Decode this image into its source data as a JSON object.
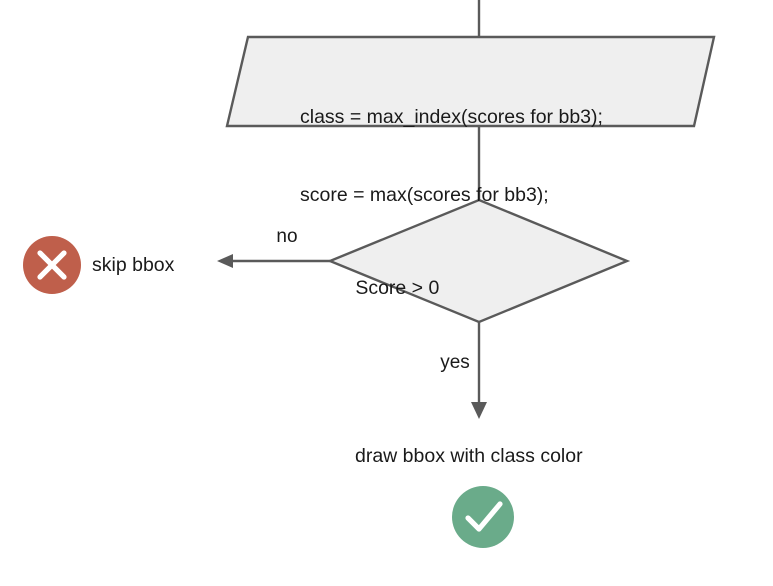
{
  "diagram": {
    "type": "flowchart",
    "title": "bbox scoring and drawing decision flow",
    "colors": {
      "shape_fill": "#efefef",
      "shape_stroke": "#5a5a5a",
      "connector": "#5a5a5a",
      "text": "#1a1a1a",
      "reject_circle": "#bf5f4b",
      "accept_circle": "#6aab8a",
      "icon_glyph": "#ffffff",
      "background": "#ffffff"
    },
    "nodes": {
      "process": {
        "shape": "parallelogram",
        "line1": "class = max_index(scores for bb3);",
        "line2": "score = max(scores for bb3);"
      },
      "decision": {
        "shape": "diamond",
        "label": "Score > 0"
      },
      "reject": {
        "shape": "circle-icon",
        "icon": "cross-circle-icon",
        "label": "skip bbox"
      },
      "accept": {
        "shape": "circle-icon",
        "icon": "check-circle-icon",
        "label": "draw bbox with class color"
      }
    },
    "edges": {
      "incoming": {
        "label": "",
        "from": "top-of-canvas",
        "to": "process"
      },
      "process_to_decision": {
        "label": "",
        "from": "process",
        "to": "decision"
      },
      "decision_no": {
        "label": "no",
        "from": "decision",
        "to": "reject"
      },
      "decision_yes": {
        "label": "yes",
        "from": "decision",
        "to": "accept"
      }
    }
  }
}
